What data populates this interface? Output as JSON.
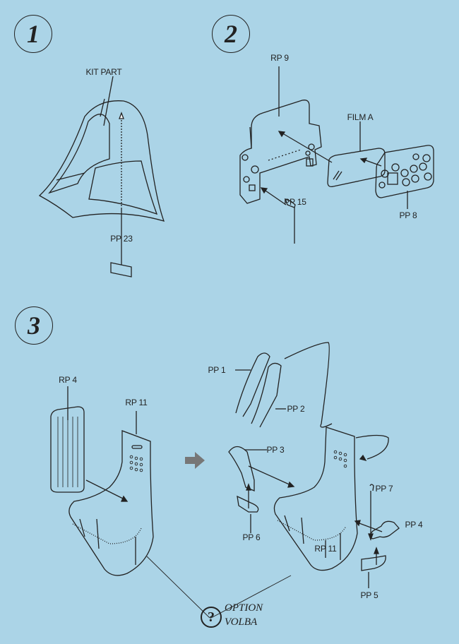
{
  "steps": [
    {
      "number": "1",
      "labels": {
        "kit_part": "KIT PART",
        "pp23": "PP 23"
      }
    },
    {
      "number": "2",
      "labels": {
        "rp9": "RP 9",
        "film_a": "FILM A",
        "pp15": "PP 15",
        "pp8": "PP 8"
      }
    },
    {
      "number": "3",
      "labels": {
        "rp4": "RP 4",
        "rp11_left": "RP 11",
        "pp1": "PP 1",
        "pp2": "PP 2",
        "pp3": "PP 3",
        "pp7": "PP 7",
        "pp4": "PP 4",
        "pp6": "PP 6",
        "rp11_right": "RP 11",
        "pp5": "PP 5"
      }
    }
  ],
  "option": {
    "icon": "question-circle-icon",
    "symbol": "?",
    "line1": "OPTION",
    "line2": "VOLBA"
  },
  "colors": {
    "background": "#abd4e7",
    "ink": "#222222"
  }
}
